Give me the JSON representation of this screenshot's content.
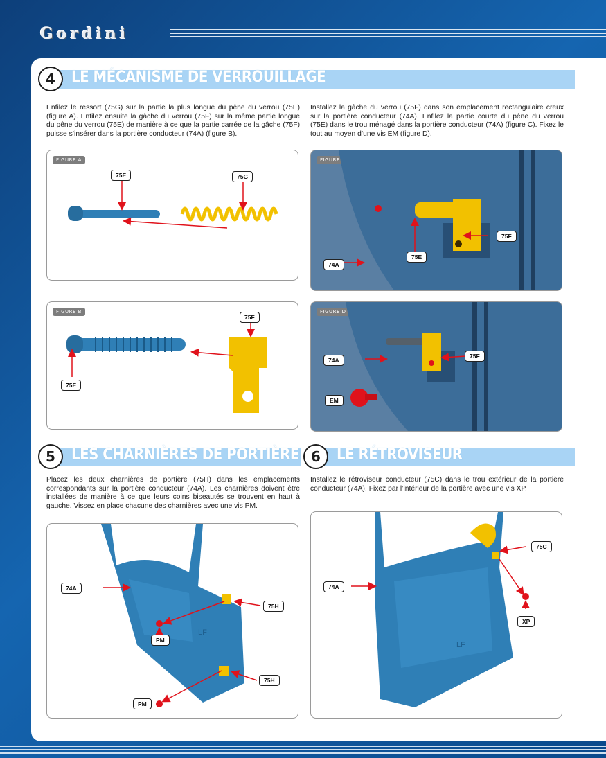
{
  "brand": {
    "logo": "Gordini"
  },
  "sections": {
    "s4": {
      "number": "4",
      "title": "LE MÉCANISME DE VERROUILLAGE"
    },
    "s5": {
      "number": "5",
      "title": "LES CHARNIÈRES DE PORTIÈRE"
    },
    "s6": {
      "number": "6",
      "title": "LE RÉTROVISEUR"
    }
  },
  "paragraphs": {
    "p4a": "Enfilez le ressort (75G) sur la partie la plus longue du pêne du verrou (75E) (figure A). Enfilez ensuite la gâche du verrou (75F) sur la même partie longue du pêne du verrou (75E) de manière à ce que la partie carrée de la gâche (75F) puisse s’insérer dans la portière conducteur (74A) (figure B).",
    "p4b": "Installez la gâche du verrou (75F) dans son emplacement rectangulaire creux sur la portière conducteur (74A). Enfilez la partie courte du pêne du verrou (75E) dans le trou ménagé dans la portière conducteur (74A) (figure C). Fixez le tout au moyen d’une vis EM (figure D).",
    "p5": "Placez les deux charnières de portière (75H) dans les emplacements correspondants sur la portière conducteur (74A). Les charnières doivent être installées de manière à ce que leurs coins biseautés se trouvent en haut à gauche. Vissez en place chacune des charnières avec une vis PM.",
    "p6": "Installez le rétroviseur conducteur (75C) dans le trou extérieur de la portière conducteur (74A). Fixez par l’intérieur de la portière avec une vis XP."
  },
  "figures": {
    "a": {
      "label": "FIGURE A",
      "c1": "75E",
      "c2": "75G"
    },
    "b": {
      "label": "FIGURE B",
      "c1": "75F",
      "c2": "75E"
    },
    "c": {
      "label": "FIGURE C",
      "c1": "75F",
      "c2": "75E",
      "c3": "74A"
    },
    "d": {
      "label": "FIGURE D",
      "c1": "74A",
      "c2": "75F",
      "c3": "EM"
    },
    "e": {
      "c1": "74A",
      "c2": "75H",
      "c3": "PM",
      "c4": "75H",
      "c5": "PM",
      "stamp": "LF"
    },
    "f": {
      "c1": "75C",
      "c2": "74A",
      "c3": "XP",
      "stamp": "LF"
    }
  },
  "colors": {
    "accent": "#a9d4f5",
    "part_blue": "#2f7fb6",
    "part_yellow": "#f2c100",
    "arrow_red": "#e0121b"
  }
}
